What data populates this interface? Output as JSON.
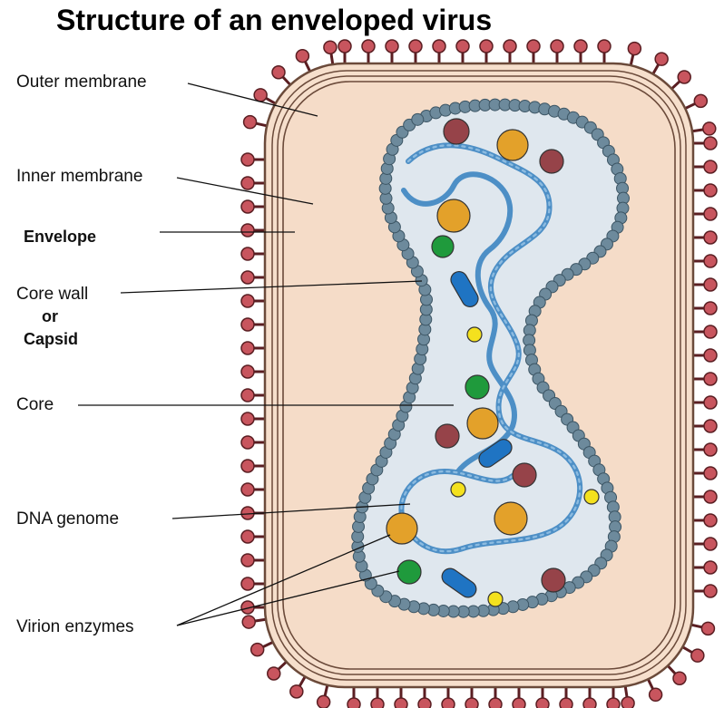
{
  "title": "Structure of an enveloped virus",
  "labels": {
    "outer_membrane": "Outer membrane",
    "inner_membrane": "Inner membrane",
    "envelope": "Envelope",
    "core_wall": "Core wall",
    "or": "or",
    "capsid": "Capsid",
    "core": "Core",
    "dna_genome": "DNA genome",
    "virion_enzymes": "Virion enzymes"
  },
  "colors": {
    "spike": "#c8555e",
    "spike_outline": "#5a1e22",
    "envelope_fill": "#f6dfcc",
    "envelope_outline": "#6b4a3a",
    "capsid_bead": "#6d8a9c",
    "core_fill": "#dfe7ee",
    "dna": "#4d8fc6",
    "enzyme_orange": "#e3a12a",
    "enzyme_maroon": "#964349",
    "enzyme_green": "#1f9a3c",
    "enzyme_yellow": "#f4e11e",
    "enzyme_blue": "#1f74c3"
  }
}
